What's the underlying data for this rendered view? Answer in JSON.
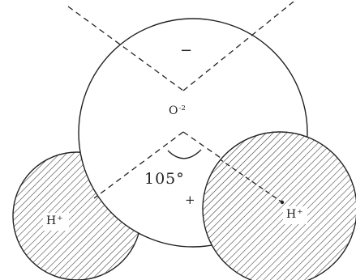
{
  "labels": {
    "oxygen": {
      "symbol": "O",
      "charge": "-2"
    },
    "hydrogen_left": {
      "symbol": "H",
      "charge": "+"
    },
    "hydrogen_right": {
      "symbol": "H",
      "charge": "+"
    },
    "bond_angle": "105°",
    "negative_sign": "−",
    "positive_sign": "+"
  },
  "colors": {
    "line": "#222222",
    "background": "#ffffff"
  }
}
